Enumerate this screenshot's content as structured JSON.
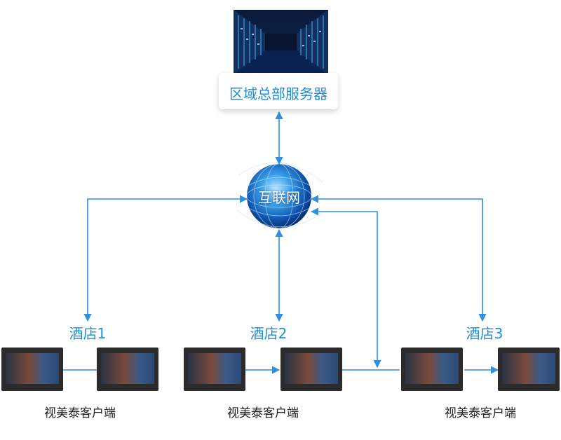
{
  "colors": {
    "connector": "#2f8fe0",
    "label_blue": "#1e8fd6",
    "dark_text": "#222222"
  },
  "server": {
    "icon": "server-room-icon",
    "label": "区域总部服务器"
  },
  "internet": {
    "icon": "globe-icon",
    "label": "互联网"
  },
  "hotels": [
    {
      "label": "酒店1",
      "client_label": "视美泰客户端"
    },
    {
      "label": "酒店2",
      "client_label": "视美泰客户端"
    },
    {
      "label": "酒店3",
      "client_label": "视美泰客户端"
    }
  ],
  "screen_icon": "display-screen-icon"
}
